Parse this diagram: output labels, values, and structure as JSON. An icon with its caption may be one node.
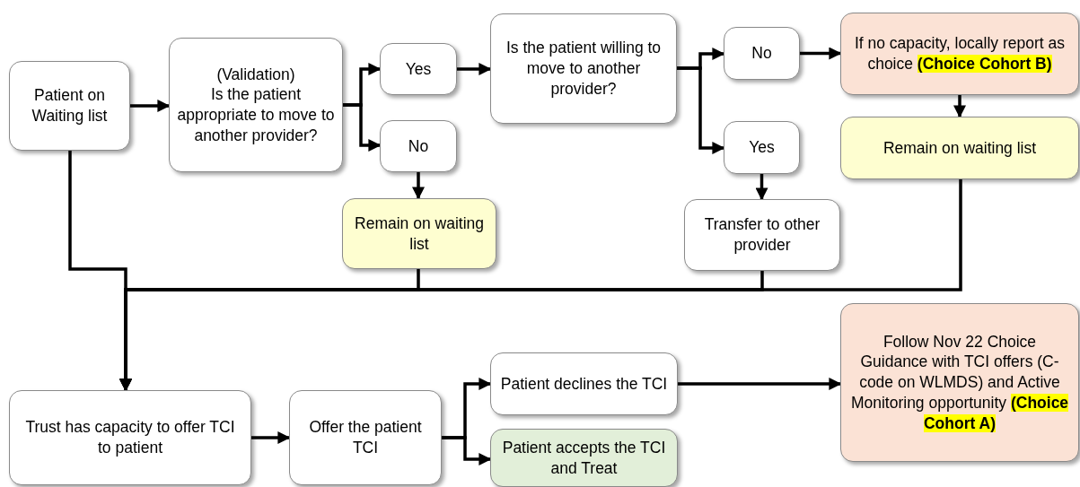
{
  "diagram": {
    "nodes": [
      {
        "text": [
          "Patient on Waiting list"
        ]
      },
      {
        "text": [
          "(Validation)",
          "Is the patient appropriate to move to another provider?"
        ]
      },
      {
        "text": [
          "Yes"
        ]
      },
      {
        "text": [
          "No"
        ]
      },
      {
        "text": [
          "Remain on waiting list"
        ]
      },
      {
        "text": [
          "Is the patient willing to move to another provider?"
        ]
      },
      {
        "text": [
          "No"
        ]
      },
      {
        "text": [
          "Yes"
        ]
      },
      {
        "text": [
          "Transfer to other provider"
        ]
      },
      {
        "text": [
          "If no capacity, locally report as choice **(Choice Cohort B)**"
        ]
      },
      {
        "text": [
          "Remain on waiting list"
        ]
      },
      {
        "text": [
          "Trust has capacity to offer TCI to patient"
        ]
      },
      {
        "text": [
          "Offer the patient TCI"
        ]
      },
      {
        "text": [
          "Patient declines the TCI"
        ]
      },
      {
        "text": [
          "Patient accepts the TCI and Treat"
        ]
      },
      {
        "text": [
          "Follow Nov 22 Choice Guidance with TCI offers (C-code on WLMDS) and Active Monitoring opportunity **(Choice Cohort A)**"
        ]
      }
    ],
    "edges": [
      {
        "from": 0,
        "to": 1,
        "arrow": "to"
      },
      {
        "from": 1,
        "to": 2,
        "arrow": "to"
      },
      {
        "from": 1,
        "to": 3,
        "arrow": "to"
      },
      {
        "from": 2,
        "to": 5,
        "arrow": "to"
      },
      {
        "from": 3,
        "to": 4,
        "arrow": "to"
      },
      {
        "from": 5,
        "to": 6,
        "arrow": "to"
      },
      {
        "from": 5,
        "to": 7,
        "arrow": "to"
      },
      {
        "from": 6,
        "to": 9,
        "arrow": "to"
      },
      {
        "from": 7,
        "to": 8,
        "arrow": "to"
      },
      {
        "from": 9,
        "to": 10,
        "arrow": "to"
      },
      {
        "from": 13,
        "to": 15,
        "arrow": "to"
      },
      {
        "from": 11,
        "to": 12,
        "arrow": "to"
      },
      {
        "from": 12,
        "to": 13,
        "arrow": "to"
      },
      {
        "from": 12,
        "to": 14,
        "arrow": "to"
      },
      {
        "from": 0,
        "to": 11,
        "arrow": "to"
      },
      {
        "from": 4,
        "to": 11,
        "arrow": "to"
      },
      {
        "from": 8,
        "to": 11,
        "arrow": "to"
      },
      {
        "from": 10,
        "to": 11,
        "arrow": "to"
      }
    ]
  }
}
